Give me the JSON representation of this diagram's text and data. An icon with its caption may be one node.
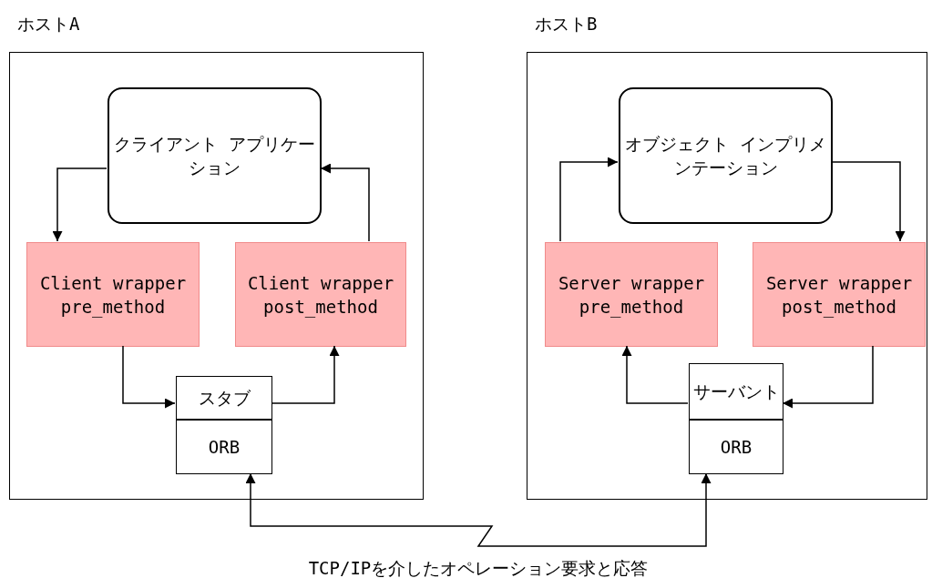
{
  "diagram": {
    "nodes": [
      {
        "text": [
          "ホストA"
        ]
      },
      {
        "text": [
          "クライアント アプリケーション"
        ],
        "in": 0
      },
      {
        "text": [
          "Client wrapper pre_method"
        ],
        "in": 0
      },
      {
        "text": [
          "Client wrapper post_method"
        ],
        "in": 0
      },
      {
        "text": [
          "スタブ"
        ],
        "in": 0
      },
      {
        "text": [
          "ORB"
        ],
        "in": 0
      },
      {
        "text": [
          "ホストB"
        ]
      },
      {
        "text": [
          "オブジェクト インプリメンテーション"
        ],
        "in": 6
      },
      {
        "text": [
          "Server wrapper pre_method"
        ],
        "in": 6
      },
      {
        "text": [
          "Server wrapper post_method"
        ],
        "in": 6
      },
      {
        "text": [
          "サーバント"
        ],
        "in": 6
      },
      {
        "text": [
          "ORB"
        ],
        "in": 6
      }
    ],
    "edges": [
      {
        "from": 1,
        "to": 2,
        "arrow": "to"
      },
      {
        "from": 2,
        "to": 4,
        "arrow": "to"
      },
      {
        "from": 4,
        "to": 3,
        "arrow": "to"
      },
      {
        "from": 3,
        "to": 1,
        "arrow": "to"
      },
      {
        "from": 5,
        "to": 11,
        "arrow": "both",
        "label": "TCP/IPを介したオペレーション要求と応答"
      },
      {
        "from": 10,
        "to": 8,
        "arrow": "to"
      },
      {
        "from": 8,
        "to": 7,
        "arrow": "to"
      },
      {
        "from": 7,
        "to": 9,
        "arrow": "to"
      },
      {
        "from": 9,
        "to": 10,
        "arrow": "to"
      }
    ]
  }
}
